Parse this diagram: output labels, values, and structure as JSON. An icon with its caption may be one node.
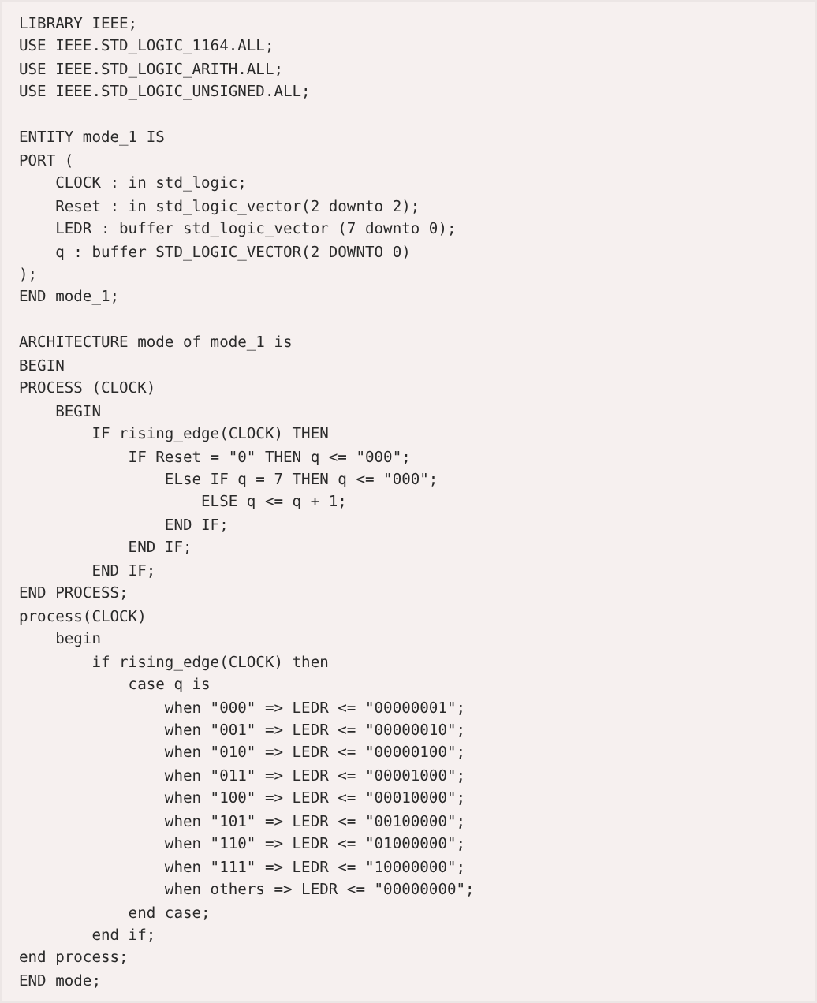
{
  "diagram": {
    "labels": [
      "LIBRARY IEEE;",
      "USE IEEE.STD_LOGIC_1164.ALL;",
      "USE IEEE.STD_LOGIC_ARITH.ALL;",
      "USE IEEE.STD_LOGIC_UNSIGNED.ALL;",
      "ENTITY mode_1 IS",
      "PORT (",
      "    CLOCK : in std_logic;",
      "    Reset : in std_logic_vector(2 downto 2);",
      "    LEDR : buffer std_logic_vector (7 downto 0);",
      "    q : buffer STD_LOGIC_VECTOR(2 DOWNTO 0)",
      ");",
      "END mode_1;",
      "ARCHITECTURE mode of mode_1 is",
      "BEGIN",
      "PROCESS (CLOCK)",
      "    BEGIN",
      "        IF rising_edge(CLOCK) THEN",
      "            IF Reset = \"0\" THEN q <= \"000\";",
      "                ELse IF q = 7 THEN q <= \"000\";",
      "                    ELSE q <= q + 1;",
      "                END IF;",
      "            END IF;",
      "        END IF;",
      "END PROCESS;",
      "process(CLOCK)",
      "    begin",
      "        if rising_edge(CLOCK) then",
      "            case q is",
      "                when \"000\" => LEDR <= \"00000001\";",
      "                when \"001\" => LEDR <= \"00000010\";",
      "                when \"010\" => LEDR <= \"00000100\";",
      "                when \"011\" => LEDR <= \"00001000\";",
      "                when \"100\" => LEDR <= \"00010000\";",
      "                when \"101\" => LEDR <= \"00100000\";",
      "                when \"110\" => LEDR <= \"01000000\";",
      "                when \"111\" => LEDR <= \"10000000\";",
      "                when others => LEDR <= \"00000000\";",
      "            end case;",
      "        end if;",
      "end process;",
      "END mode;"
    ]
  }
}
